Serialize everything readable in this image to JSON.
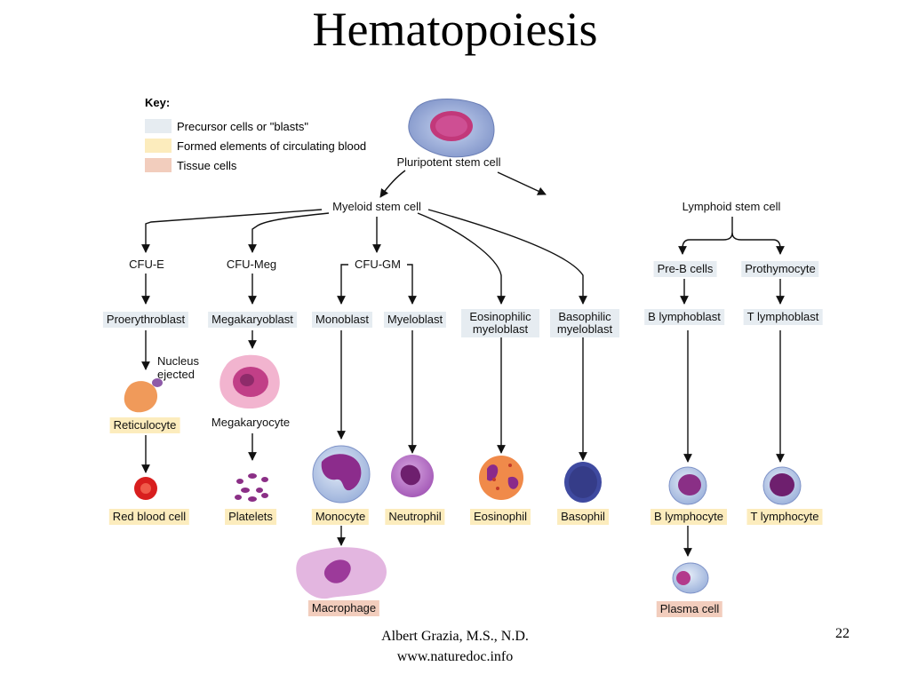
{
  "title": "Hematopoiesis",
  "key": {
    "heading": "Key:",
    "items": [
      {
        "label": "Precursor cells or \"blasts\"",
        "color": "#e6ecf1"
      },
      {
        "label": "Formed elements of circulating blood",
        "color": "#fcecbd"
      },
      {
        "label": "Tissue cells",
        "color": "#f2cdbd"
      }
    ]
  },
  "nodes": {
    "stem": "Pluripotent stem cell",
    "myeloid": "Myeloid stem cell",
    "lymphoid": "Lymphoid stem cell",
    "cfu_e": "CFU-E",
    "cfu_meg": "CFU-Meg",
    "cfu_gm": "CFU-GM",
    "proerythroblast": "Proerythroblast",
    "megakaryoblast": "Megakaryoblast",
    "monoblast": "Monoblast",
    "myeloblast": "Myeloblast",
    "eosinophilic_myeloblast": "Eosinophilic myeloblast",
    "basophilic_myeloblast": "Basophilic myeloblast",
    "pre_b": "Pre-B cells",
    "prothymocyte": "Prothymocyte",
    "b_lymphoblast": "B lymphoblast",
    "t_lymphoblast": "T lymphoblast",
    "nucleus_ejected": "Nucleus ejected",
    "reticulocyte": "Reticulocyte",
    "megakaryocyte": "Megakaryocyte",
    "red_blood_cell": "Red blood cell",
    "platelets": "Platelets",
    "monocyte": "Monocyte",
    "neutrophil": "Neutrophil",
    "eosinophil": "Eosinophil",
    "basophil": "Basophil",
    "b_lymphocyte": "B lymphocyte",
    "t_lymphocyte": "T lymphocyte",
    "macrophage": "Macrophage",
    "plasma_cell": "Plasma cell"
  },
  "footer": {
    "author": "Albert Grazia, M.S., N.D.",
    "website": "www.naturedoc.info",
    "page": "22"
  }
}
